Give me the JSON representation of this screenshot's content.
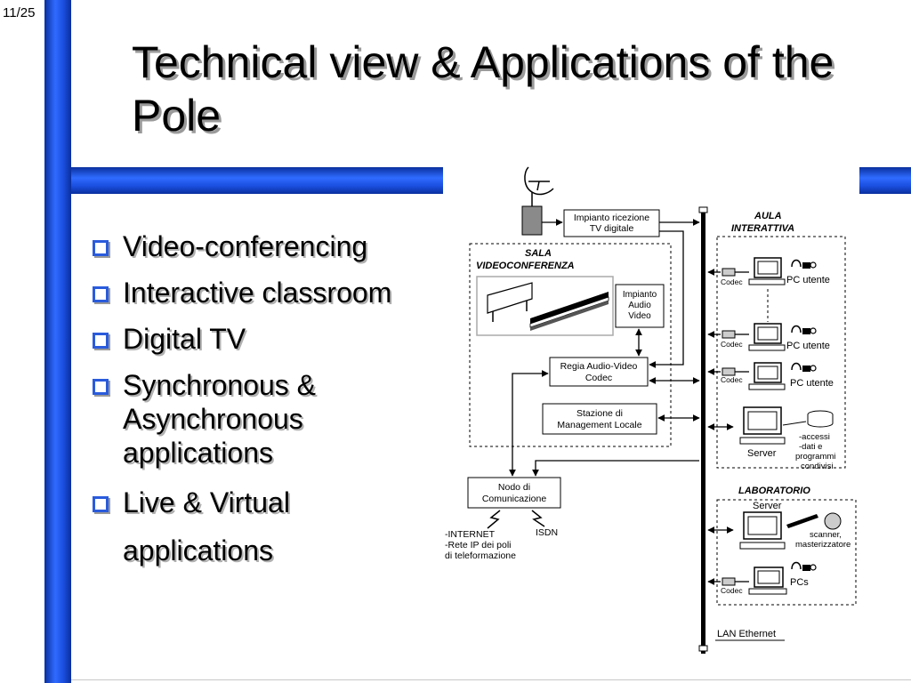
{
  "page_number": "11/25",
  "title": "Technical view & Applications of the Pole",
  "bullets": [
    "Video-conferencing",
    "Interactive classroom",
    "Digital TV",
    "Synchronous & Asynchronous applications",
    "Live & Virtual applications"
  ],
  "colors": {
    "accent_bar": "#1b4fe0",
    "bullet": "#2a5bdc"
  },
  "diagram": {
    "tv_box": [
      "Impianto ricezione",
      "TV digitale"
    ],
    "sala": [
      "SALA",
      "VIDEOCONFERENZA"
    ],
    "impianto_av": [
      "Impianto",
      "Audio",
      "Video"
    ],
    "regia": [
      "Regia Audio-Video",
      "Codec"
    ],
    "stazione": [
      "Stazione di",
      "Management Locale"
    ],
    "nodo": [
      "Nodo di",
      "Comunicazione"
    ],
    "internet": "-INTERNET",
    "isdn": "ISDN",
    "rete": [
      "-Rete IP dei poli",
      "di  teleformazione"
    ],
    "aula": [
      "AULA",
      "INTERATTIVA"
    ],
    "codec": "Codec",
    "pc_utente": "PC utente",
    "server": "Server",
    "server_notes": [
      "-accessi",
      "-dati e",
      "programmi",
      "condivisi"
    ],
    "laboratorio": "LABORATORIO",
    "scanner": [
      "scanner,",
      "masterizzatore"
    ],
    "pcs": "PCs",
    "lan": "LAN Ethernet"
  }
}
